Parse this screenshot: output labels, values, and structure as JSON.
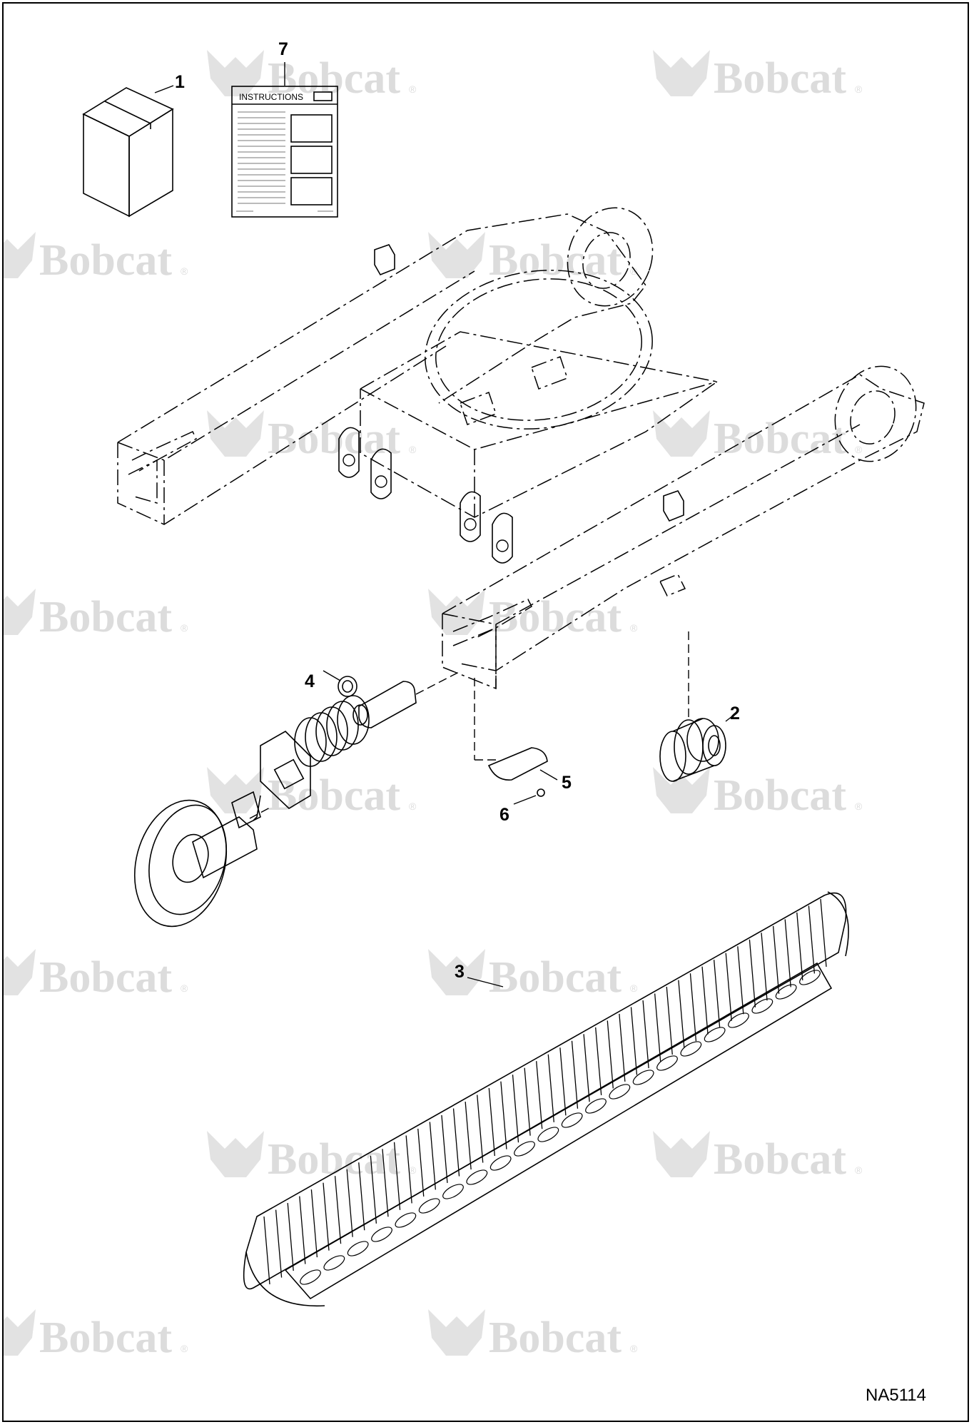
{
  "watermark": {
    "brand": "Bobcat",
    "reg_mark": "®"
  },
  "callouts": [
    {
      "id": "1",
      "label": "1",
      "part": "kit-box"
    },
    {
      "id": "7",
      "label": "7",
      "part": "instructions-sheet"
    },
    {
      "id": "4",
      "label": "4",
      "part": "seal-ring"
    },
    {
      "id": "2",
      "label": "2",
      "part": "track-roller"
    },
    {
      "id": "5",
      "label": "5",
      "part": "cover-plate"
    },
    {
      "id": "6",
      "label": "6",
      "part": "bolt"
    },
    {
      "id": "3",
      "label": "3",
      "part": "steel-track"
    }
  ],
  "instructions_sheet": {
    "title": "INSTRUCTIONS"
  },
  "drawing_id": "NA5114"
}
